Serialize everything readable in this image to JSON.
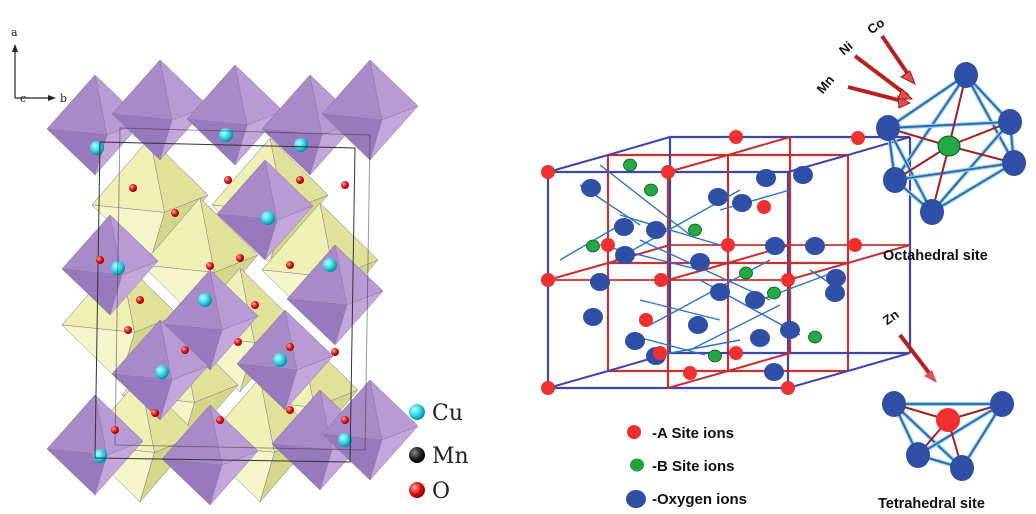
{
  "left_panel": {
    "axis": {
      "a_label": "a",
      "b_label": "b",
      "c_label": "c"
    },
    "legend": [
      {
        "label": "Cu",
        "color": "#2ad4e8"
      },
      {
        "label": "Mn",
        "color": "#222222"
      },
      {
        "label": "O",
        "color": "#e01010"
      }
    ]
  },
  "right_panel": {
    "legend": [
      {
        "label": "-A Site ions",
        "color": "#ee3030"
      },
      {
        "label": "-B Site ions",
        "color": "#20a040"
      },
      {
        "label": "-Oxygen ions",
        "color": "#2f4fa6"
      }
    ],
    "octahedral": {
      "title": "Octahedral site",
      "ions": [
        "Mn",
        "Ni",
        "Co"
      ]
    },
    "tetrahedral": {
      "title": "Tetrahedral site",
      "ions": [
        "Zn"
      ]
    }
  }
}
